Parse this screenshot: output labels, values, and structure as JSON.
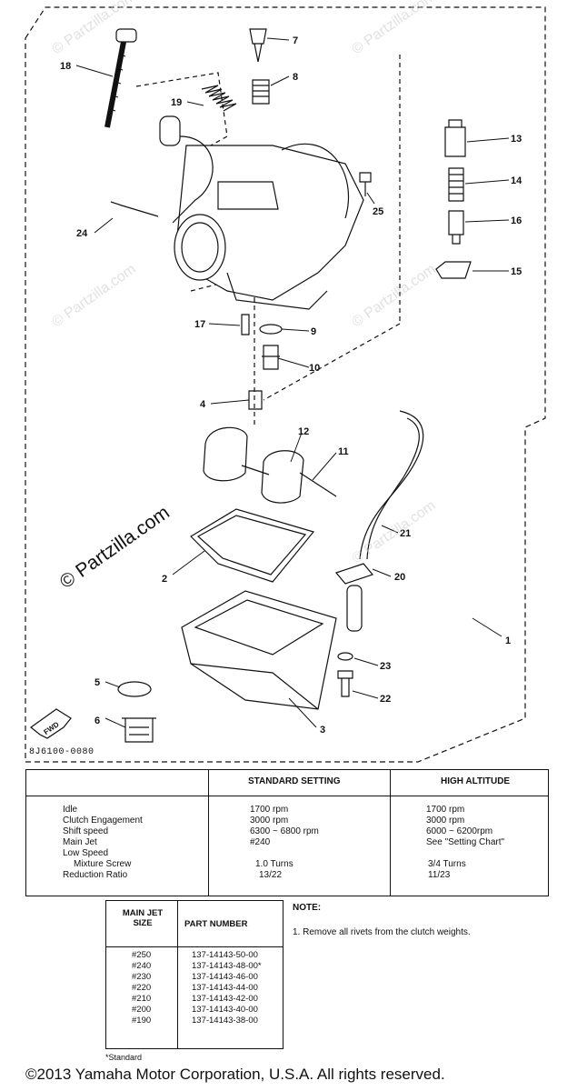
{
  "watermark": {
    "text": "© Partzilla.com"
  },
  "diagram": {
    "code": "8J6100-0080",
    "fwd_label": "FWD",
    "callouts": [
      {
        "id": "1",
        "label": "1"
      },
      {
        "id": "2",
        "label": "2"
      },
      {
        "id": "3",
        "label": "3"
      },
      {
        "id": "4",
        "label": "4"
      },
      {
        "id": "5",
        "label": "5"
      },
      {
        "id": "6",
        "label": "6"
      },
      {
        "id": "7",
        "label": "7"
      },
      {
        "id": "8",
        "label": "8"
      },
      {
        "id": "9",
        "label": "9"
      },
      {
        "id": "10",
        "label": "10"
      },
      {
        "id": "11",
        "label": "11"
      },
      {
        "id": "12",
        "label": "12"
      },
      {
        "id": "13",
        "label": "13"
      },
      {
        "id": "14",
        "label": "14"
      },
      {
        "id": "15",
        "label": "15"
      },
      {
        "id": "16",
        "label": "16"
      },
      {
        "id": "17",
        "label": "17"
      },
      {
        "id": "18",
        "label": "18"
      },
      {
        "id": "19",
        "label": "19"
      },
      {
        "id": "20",
        "label": "20"
      },
      {
        "id": "21",
        "label": "21"
      },
      {
        "id": "22",
        "label": "22"
      },
      {
        "id": "23",
        "label": "23"
      },
      {
        "id": "24",
        "label": "24"
      },
      {
        "id": "25",
        "label": "25"
      }
    ]
  },
  "settings_table": {
    "headers": [
      "",
      "STANDARD SETTING",
      "HIGH ALTITUDE"
    ],
    "rows": [
      {
        "label": "Idle",
        "standard": "1700 rpm",
        "high": "1700 rpm"
      },
      {
        "label": "Clutch Engagement",
        "standard": "3000 rpm",
        "high": "3000 rpm"
      },
      {
        "label": "Shift speed",
        "standard": "6300 ~ 6800 rpm",
        "high": "6000 ~ 6200rpm"
      },
      {
        "label": "Main Jet",
        "standard": "#240",
        "high": "See \"Setting Chart\""
      },
      {
        "label": "Low Speed",
        "standard": "",
        "high": ""
      },
      {
        "label": "Mixture Screw",
        "standard": "1.0 Turns",
        "high": "3/4 Turns"
      },
      {
        "label": "Reduction Ratio",
        "standard": "13/22",
        "high": "11/23"
      }
    ]
  },
  "jet_table": {
    "header_size": "MAIN JET SIZE",
    "header_part": "PART NUMBER",
    "rows": [
      {
        "size": "#250",
        "part": "137-14143-50-00"
      },
      {
        "size": "#240",
        "part": "137-14143-48-00*"
      },
      {
        "size": "#230",
        "part": "137-14143-46-00"
      },
      {
        "size": "#220",
        "part": "137-14143-44-00"
      },
      {
        "size": "#210",
        "part": "137-14143-42-00"
      },
      {
        "size": "#200",
        "part": "137-14143-40-00"
      },
      {
        "size": "#190",
        "part": "137-14143-38-00"
      }
    ],
    "footnote": "*Standard"
  },
  "note": {
    "title": "NOTE:",
    "item": "1. Remove all rivets from the clutch weights."
  },
  "copyright": "©2013 Yamaha Motor Corporation, U.S.A. All rights reserved."
}
